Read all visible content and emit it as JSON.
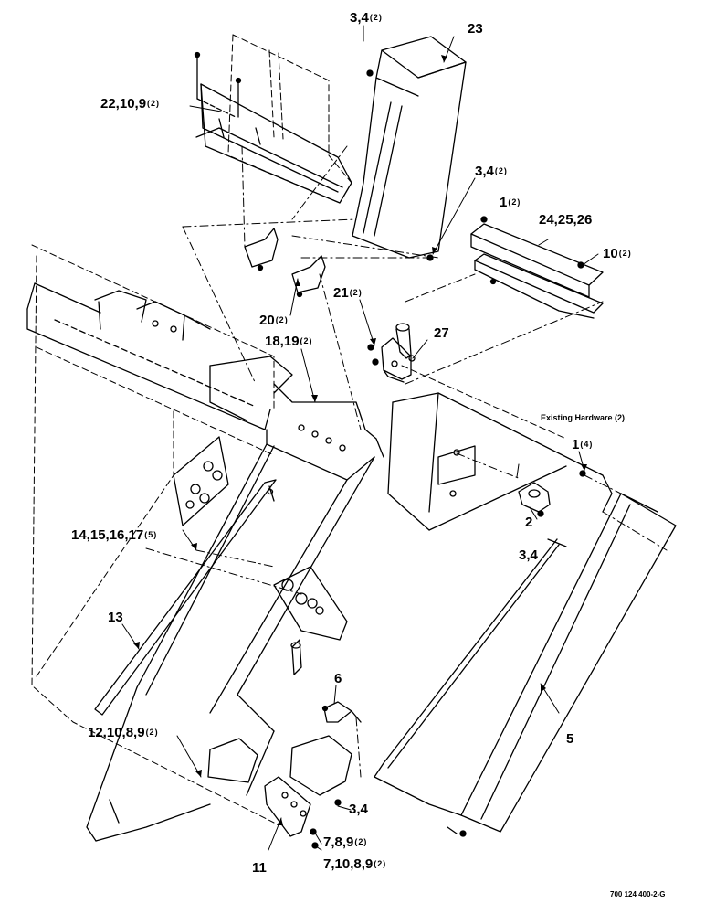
{
  "callouts": [
    {
      "id": "c23",
      "label": "23",
      "qty": ""
    },
    {
      "id": "c34a",
      "label": "3,4",
      "qty": "(2)"
    },
    {
      "id": "c22",
      "label": "22,10,9",
      "qty": "(2)"
    },
    {
      "id": "c34b",
      "label": "3,4",
      "qty": "(2)"
    },
    {
      "id": "c1a",
      "label": "1",
      "qty": "(2)"
    },
    {
      "id": "c24",
      "label": "24,25,26",
      "qty": ""
    },
    {
      "id": "c10",
      "label": "10",
      "qty": "(2)"
    },
    {
      "id": "c21",
      "label": "21",
      "qty": "(2)"
    },
    {
      "id": "c27",
      "label": "27",
      "qty": ""
    },
    {
      "id": "c20",
      "label": "20",
      "qty": "(2)"
    },
    {
      "id": "c18",
      "label": "18,19",
      "qty": "(2)"
    },
    {
      "id": "c1b",
      "label": "1",
      "qty": "(4)"
    },
    {
      "id": "c2",
      "label": "2",
      "qty": ""
    },
    {
      "id": "c34c",
      "label": "3,4",
      "qty": ""
    },
    {
      "id": "c14",
      "label": "14,15,16,17",
      "qty": "(5)"
    },
    {
      "id": "c13",
      "label": "13",
      "qty": ""
    },
    {
      "id": "c6",
      "label": "6",
      "qty": ""
    },
    {
      "id": "c5",
      "label": "5",
      "qty": ""
    },
    {
      "id": "c12",
      "label": "12,10,8,9",
      "qty": "(2)"
    },
    {
      "id": "c34d",
      "label": "3,4",
      "qty": ""
    },
    {
      "id": "c789",
      "label": "7,8,9",
      "qty": "(2)"
    },
    {
      "id": "c11",
      "label": "11",
      "qty": ""
    },
    {
      "id": "c71089",
      "label": "7,10,8,9",
      "qty": "(2)"
    }
  ],
  "existing_hardware": "Existing Hardware (2)",
  "figure_ref": "700 124 400-2-G"
}
